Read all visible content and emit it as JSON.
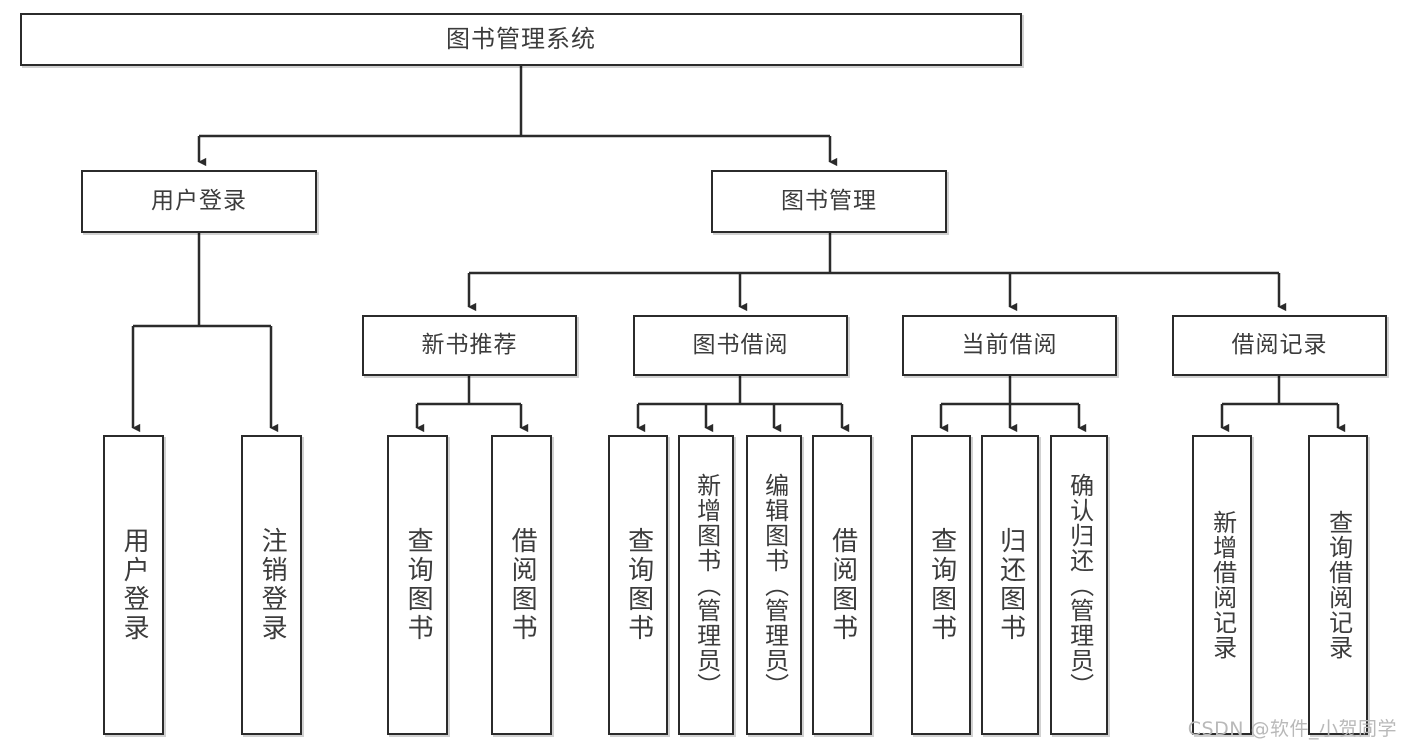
{
  "diagram": {
    "title": "图书管理系统",
    "type": "tree-hierarchy",
    "stroke_color": "#2b2b2b",
    "text_color": "#3c3c3c",
    "background_color": "#ffffff"
  },
  "nodes": {
    "root": {
      "label": "图书管理系统"
    },
    "level2": [
      {
        "label": "用户登录"
      },
      {
        "label": "图书管理"
      }
    ],
    "level3": [
      {
        "label": "新书推荐"
      },
      {
        "label": "图书借阅"
      },
      {
        "label": "当前借阅"
      },
      {
        "label": "借阅记录"
      }
    ],
    "leaves_user_login": [
      {
        "label": "用户登录"
      },
      {
        "label": "注销登录"
      }
    ],
    "leaves_new_book": [
      {
        "label": "查询图书"
      },
      {
        "label": "借阅图书"
      }
    ],
    "leaves_borrow": [
      {
        "label": "查询图书"
      },
      {
        "label": "新增图书（管理员）"
      },
      {
        "label": "编辑图书（管理员）"
      },
      {
        "label": "借阅图书"
      }
    ],
    "leaves_current": [
      {
        "label": "查询图书"
      },
      {
        "label": "归还图书"
      },
      {
        "label": "确认归还（管理员）"
      }
    ],
    "leaves_record": [
      {
        "label": "新增借阅记录"
      },
      {
        "label": "查询借阅记录"
      }
    ]
  },
  "watermark": {
    "text": "CSDN @软件_小贺同学"
  }
}
